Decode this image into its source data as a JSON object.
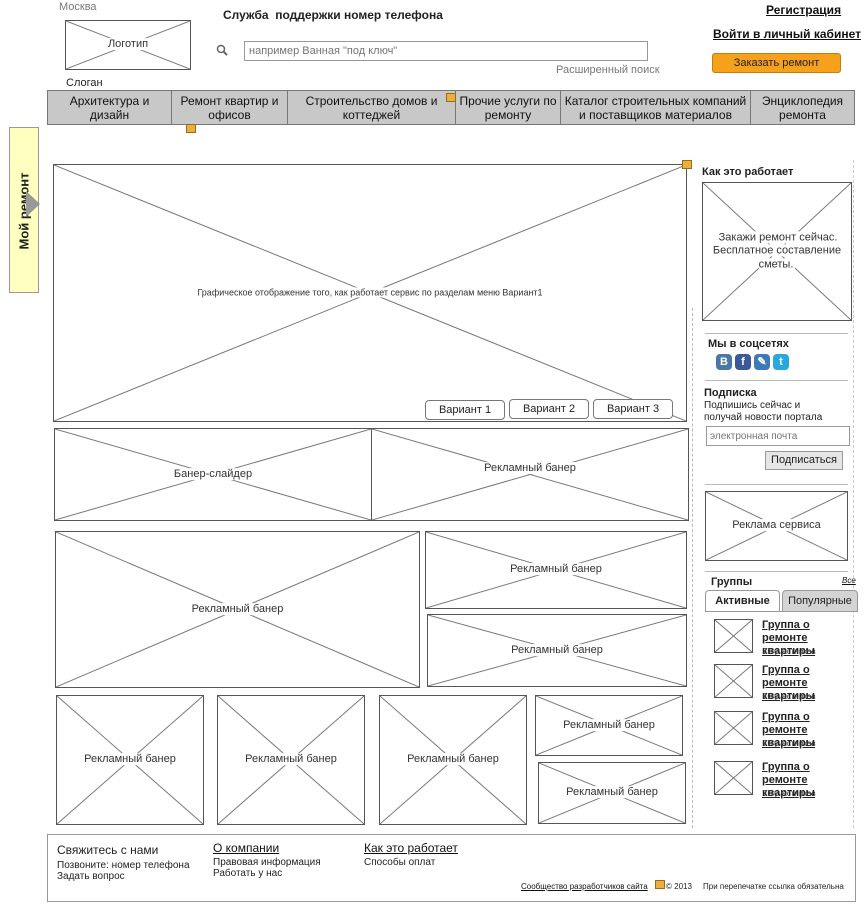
{
  "header": {
    "city": "Москва",
    "support_label": "Служба",
    "support_text": "поддержки номер телефона",
    "logo": "Логотип",
    "slogan": "Слоган",
    "search_placeholder": "например Ванная \"под ключ\"",
    "advanced_search": "Расширенный поиск",
    "register": "Регистрация",
    "login": "Войти в личный кабинет",
    "order_button": "Заказать ремонт"
  },
  "nav": {
    "items": [
      {
        "label": "Архитектура и дизайн"
      },
      {
        "label": "Ремонт квартир и офисов"
      },
      {
        "label": "Строительство домов и коттеджей"
      },
      {
        "label": "Прочие услуги по ремонту"
      },
      {
        "label": "Каталог строительных компаний и поставщиков материалов"
      },
      {
        "label": "Энциклопедия ремонта"
      }
    ]
  },
  "side_tab": {
    "label": "Мой ремонт"
  },
  "main": {
    "hero_text": "Графическое отображение того, как работает сервис по разделам меню Вариант1",
    "variants": [
      "Вариант 1",
      "Вариант 2",
      "Вариант 3"
    ],
    "slider_label": "Банер-слайдер",
    "banner_label": "Рекламный банер"
  },
  "sidebar": {
    "how_title": "Как это работает",
    "how_text": "Закажи ремонт сейчас. Бесплатное составление сметы.",
    "social_title": "Мы в соцсетях",
    "social_icons": [
      {
        "name": "vk-icon",
        "glyph": "В",
        "color": "#4a76a8"
      },
      {
        "name": "facebook-icon",
        "glyph": "f",
        "color": "#3b5998"
      },
      {
        "name": "livejournal-icon",
        "glyph": "✎",
        "color": "#3d7ab8"
      },
      {
        "name": "twitter-icon",
        "glyph": "t",
        "color": "#29a8e0"
      }
    ],
    "subscribe_title": "Подписка",
    "subscribe_text": "Подпишись сейчас и получай новости портала",
    "email_placeholder": "электронная почта",
    "subscribe_button": "Подписаться",
    "service_ad": "Реклама сервиса",
    "groups_title": "Группы",
    "groups_all": "Все",
    "tabs": [
      "Активные",
      "Популярные"
    ],
    "groups": [
      {
        "title": "Группа о ремонте квартиры",
        "count": "70 участников"
      },
      {
        "title": "Группа о ремонте квартиры",
        "count": "70 участников"
      },
      {
        "title": "Группа о ремонте квартиры",
        "count": "70 участников"
      },
      {
        "title": "Группа о ремонте квартиры",
        "count": "70 участников"
      }
    ]
  },
  "footer": {
    "contact_title": "Свяжитесь с нами",
    "call": "Позвоните: номер телефона",
    "ask": "Задать вопрос",
    "about_title": "О компании",
    "legal": "Правовая информация",
    "jobs": "Работать у нас",
    "how_title": "Как это работает",
    "payment": "Способы оплат",
    "dev_community": "Сообщество разработчиков сайта",
    "copyright": "© 2013",
    "reprint": "При перепечатке ссылка обязательна"
  }
}
